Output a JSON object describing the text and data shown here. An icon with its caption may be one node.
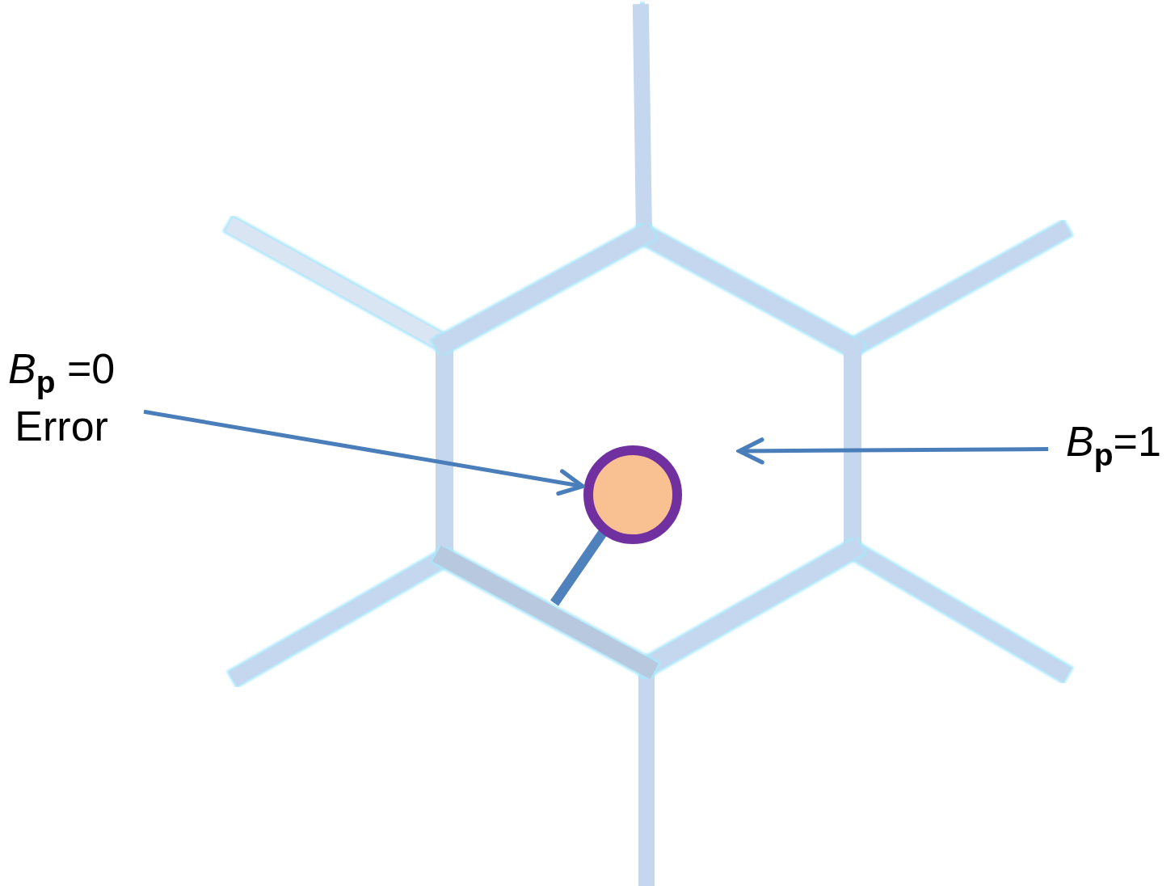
{
  "diagram": {
    "nodes": [
      {
        "text": [
          "*B*$_{p}$ =0",
          "Error"
        ]
      },
      {
        "text": [
          "*B*$_{p}$=1"
        ]
      },
      {
        "text": [],
        "shape": "circle"
      }
    ],
    "edges": [
      {
        "from": 0,
        "to": 2,
        "arrow": "to"
      },
      {
        "from": 1,
        "to": null,
        "arrow": "to"
      }
    ]
  }
}
